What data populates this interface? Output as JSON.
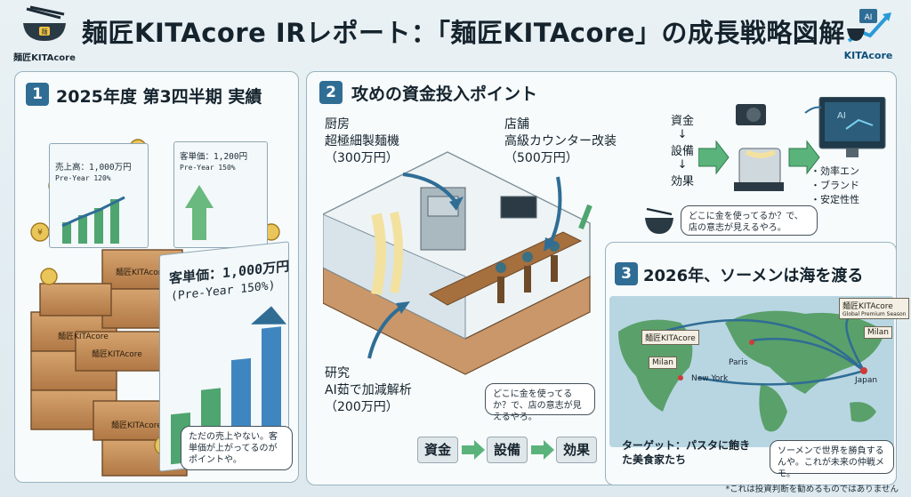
{
  "header": {
    "title": "麺匠KITAcore IRレポート：「麺匠KITAcore」の成長戦略図解",
    "logo_left": "麺匠KITAcore",
    "logo_right": "KITAcore",
    "ai_chip": "AI",
    "chip_text": "麺"
  },
  "panel1": {
    "number": "1",
    "title": "2025年度 第3四半期 実績",
    "card_sales": {
      "label": "売上高：1,000万円",
      "sub": "Pre-Year 120%"
    },
    "card_customers": {
      "label": "客単価：1,200円",
      "sub": "Pre-Year 150%"
    },
    "card_main": {
      "label": "客単価：1,000万円",
      "sub": "(Pre-Year 150%)"
    },
    "box_label": "麺匠KITAcore",
    "coin": "¥",
    "note": "ただの売上やない。客単価が上がってるのがポイントや。"
  },
  "panel2": {
    "number": "2",
    "title": "攻めの資金投入ポイント",
    "kitchen": {
      "line1": "厨房",
      "line2": "超極細製麺機",
      "line3": "（300万円）"
    },
    "store": {
      "line1": "店舗",
      "line2": "高級カウンター改装",
      "line3": "（500万円）"
    },
    "research": {
      "line1": "研究",
      "line2": "AI茹で加減解析",
      "line3": "（200万円）"
    },
    "flow_v": {
      "a": "資金",
      "b": "設備",
      "c": "効果",
      "arrow": "↓"
    },
    "effects": [
      "効率エン",
      "ブランド",
      "安定性性"
    ],
    "bullet": "・",
    "ai_screen": "AI",
    "note_top": "どこに金を使ってるか？で、店の意志が見えるやろ。",
    "note_bottom": "どこに金を使ってるか？で、店の意志が見えるやろ。",
    "flow": [
      "資金",
      "設備",
      "効果"
    ]
  },
  "panel3": {
    "number": "3",
    "title": "2026年、ソーメンは海を渡る",
    "tags": {
      "kita_top": "麺匠KITAcore",
      "kita_top_sub": "Global Premium Season",
      "kita_left": "麺匠KITAcore",
      "milan_left": "Milan",
      "milan_right": "Milan",
      "new_york": "New York",
      "paris": "Paris",
      "japan": "Japan"
    },
    "target": "ターゲット：パスタに飽きた美食家たち",
    "note": "ソーメンで世界を勝負するんや。これが未来の仲戦メモ。"
  },
  "disclaimer": "*これは投資判断を勧めるものではありません",
  "colors": {
    "accent": "#2f6d95",
    "green": "#4ea56f",
    "wood": "#c08a55",
    "bg": "#e9f1f4"
  }
}
